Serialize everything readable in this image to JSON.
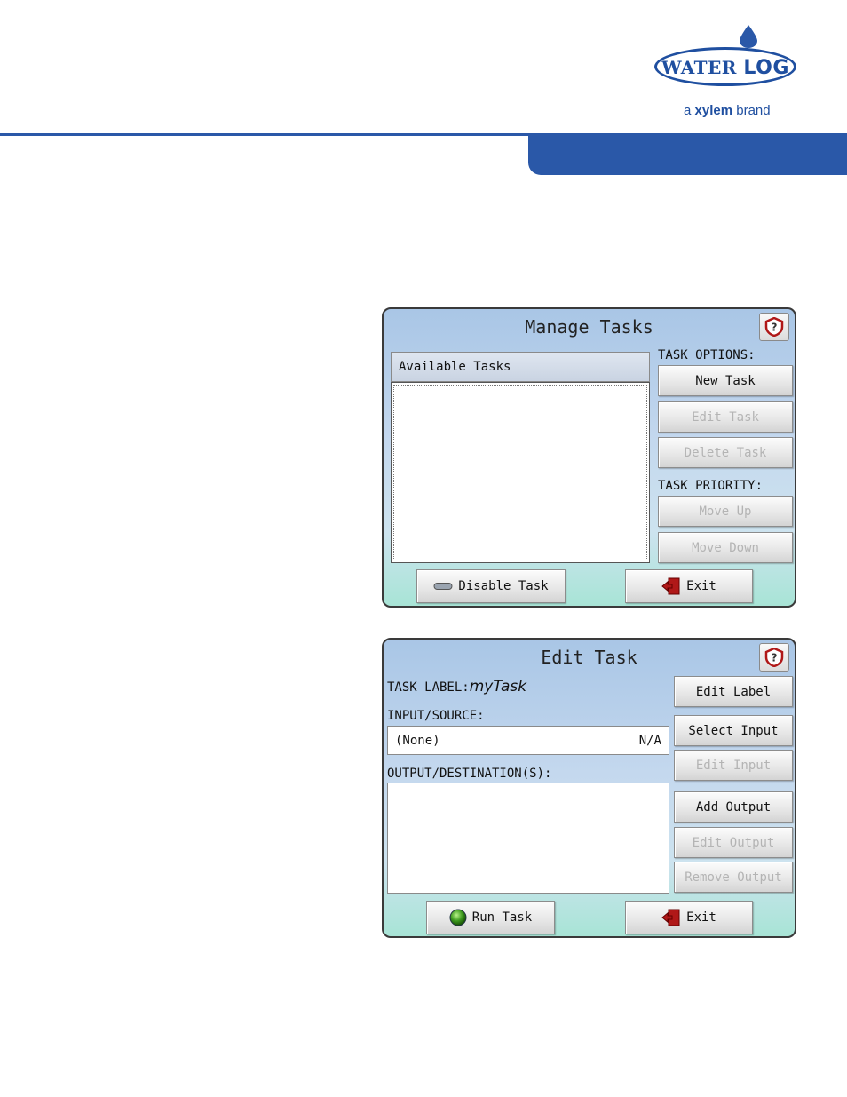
{
  "brand": {
    "logo_text_a": "WATER",
    "logo_text_b": "LOG",
    "tagline_prefix": "a ",
    "tagline_brand": "xylem",
    "tagline_suffix": " brand",
    "accent_color": "#2a58a8"
  },
  "manage_tasks": {
    "title": "Manage Tasks",
    "help_icon": "question-shield-icon",
    "list_header": "Available Tasks",
    "task_options_label": "TASK OPTIONS:",
    "new_task": "New Task",
    "edit_task": "Edit Task",
    "delete_task": "Delete Task",
    "task_priority_label": "TASK PRIORITY:",
    "move_up": "Move Up",
    "move_down": "Move Down",
    "disable_task": "Disable Task",
    "exit": "Exit"
  },
  "edit_task": {
    "title": "Edit Task",
    "help_icon": "question-shield-icon",
    "task_label_caption": "TASK LABEL:",
    "task_label_value": "myTask",
    "input_source_caption": "INPUT/SOURCE:",
    "input_value": "(None)",
    "input_status": "N/A",
    "output_caption": "OUTPUT/DESTINATION(S):",
    "edit_label": "Edit Label",
    "select_input": "Select Input",
    "edit_input": "Edit Input",
    "add_output": "Add Output",
    "edit_output": "Edit Output",
    "remove_output": "Remove Output",
    "run_task": "Run Task",
    "exit": "Exit"
  }
}
